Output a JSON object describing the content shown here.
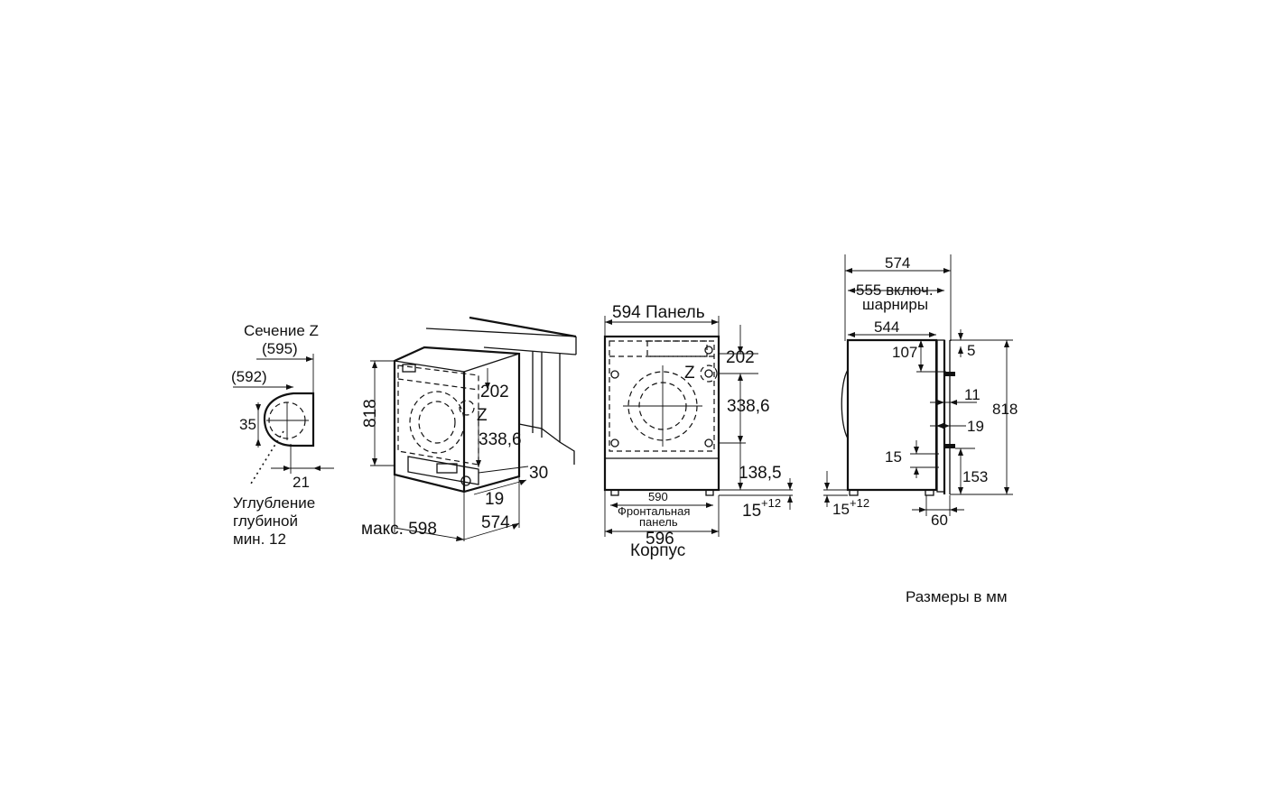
{
  "section": {
    "title": "Сечение Z",
    "d595": "(595)",
    "d592": "(592)",
    "d35": "35",
    "d21": "21",
    "recess": [
      "Углубление",
      "глубиной",
      "мин. 12"
    ]
  },
  "perspective": {
    "d818": "818",
    "d202": "202",
    "z": "Z",
    "d338": "338,6",
    "d30": "30",
    "d19": "19",
    "max598": "макс. 598",
    "d574": "574"
  },
  "front": {
    "panel594": "594 Панель",
    "d202": "202",
    "z": "Z",
    "d338": "338,6",
    "d138": "138,5",
    "d590": "590",
    "frontPanel": [
      "Фронтальная",
      "панель"
    ],
    "d596": "596",
    "body": "Корпус",
    "d15": "15",
    "tol12": "+12"
  },
  "side": {
    "d574": "574",
    "d555": "555 включ.",
    "hinges": "шарниры",
    "d544": "544",
    "d107": "107",
    "d5": "5",
    "d11": "11",
    "d19": "19",
    "d818": "818",
    "d15": "15",
    "d153": "153",
    "d15b": "15",
    "tol12": "+12",
    "d60": "60"
  },
  "footer": "Размеры в мм"
}
